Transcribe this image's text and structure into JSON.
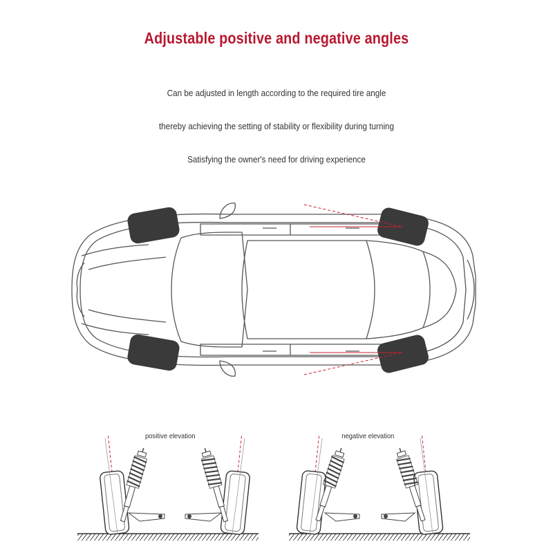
{
  "header": {
    "title": "Adjustable positive and negative angles"
  },
  "description": {
    "line1": "Can be adjusted in length according to the required tire angle",
    "line2": "thereby achieving the setting of stability or flexibility during turning",
    "line3": "Satisfying the owner's need for driving experience"
  },
  "labels": {
    "positive": "positive elevation",
    "negative": "negative elevation"
  },
  "colors": {
    "accent": "#b8182f",
    "text": "#333333",
    "line": "#555555",
    "tire": "#3a3a3a"
  }
}
